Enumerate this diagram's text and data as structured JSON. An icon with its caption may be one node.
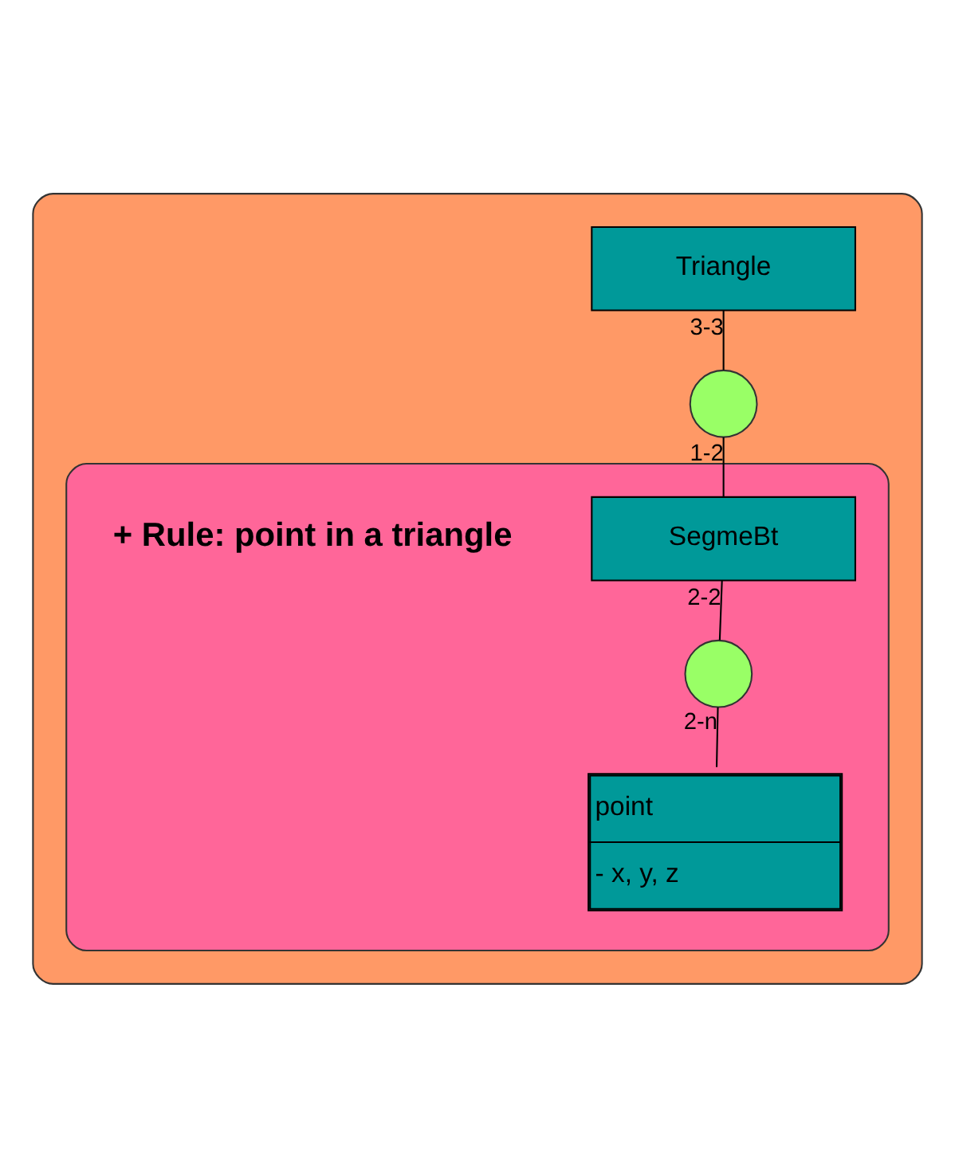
{
  "diagram": {
    "nodes": [
      {
        "text": [],
        "shape": "box"
      },
      {
        "text": [
          "Triangle"
        ],
        "in": 0
      },
      {
        "text": [],
        "shape": "circle",
        "in": 0
      },
      {
        "text": [],
        "shape": "box",
        "in": 0
      },
      {
        "text": [
          "SegmeBt"
        ],
        "in": 3
      },
      {
        "text": [],
        "shape": "circle",
        "in": 3
      },
      {
        "text": [
          "point",
          "- x, y, z"
        ],
        "in": 3
      }
    ],
    "edges": [
      {
        "from": 1,
        "to": 2,
        "arrow": "none",
        "label": "3-3"
      },
      {
        "from": 2,
        "to": 4,
        "arrow": "none",
        "label": "1-2"
      },
      {
        "from": 4,
        "to": 5,
        "arrow": "none",
        "label": "2-2"
      },
      {
        "from": 5,
        "to": 6,
        "arrow": "none",
        "label": "2-n"
      }
    ],
    "labels": [
      "+ Rule: point in a triangle"
    ]
  }
}
